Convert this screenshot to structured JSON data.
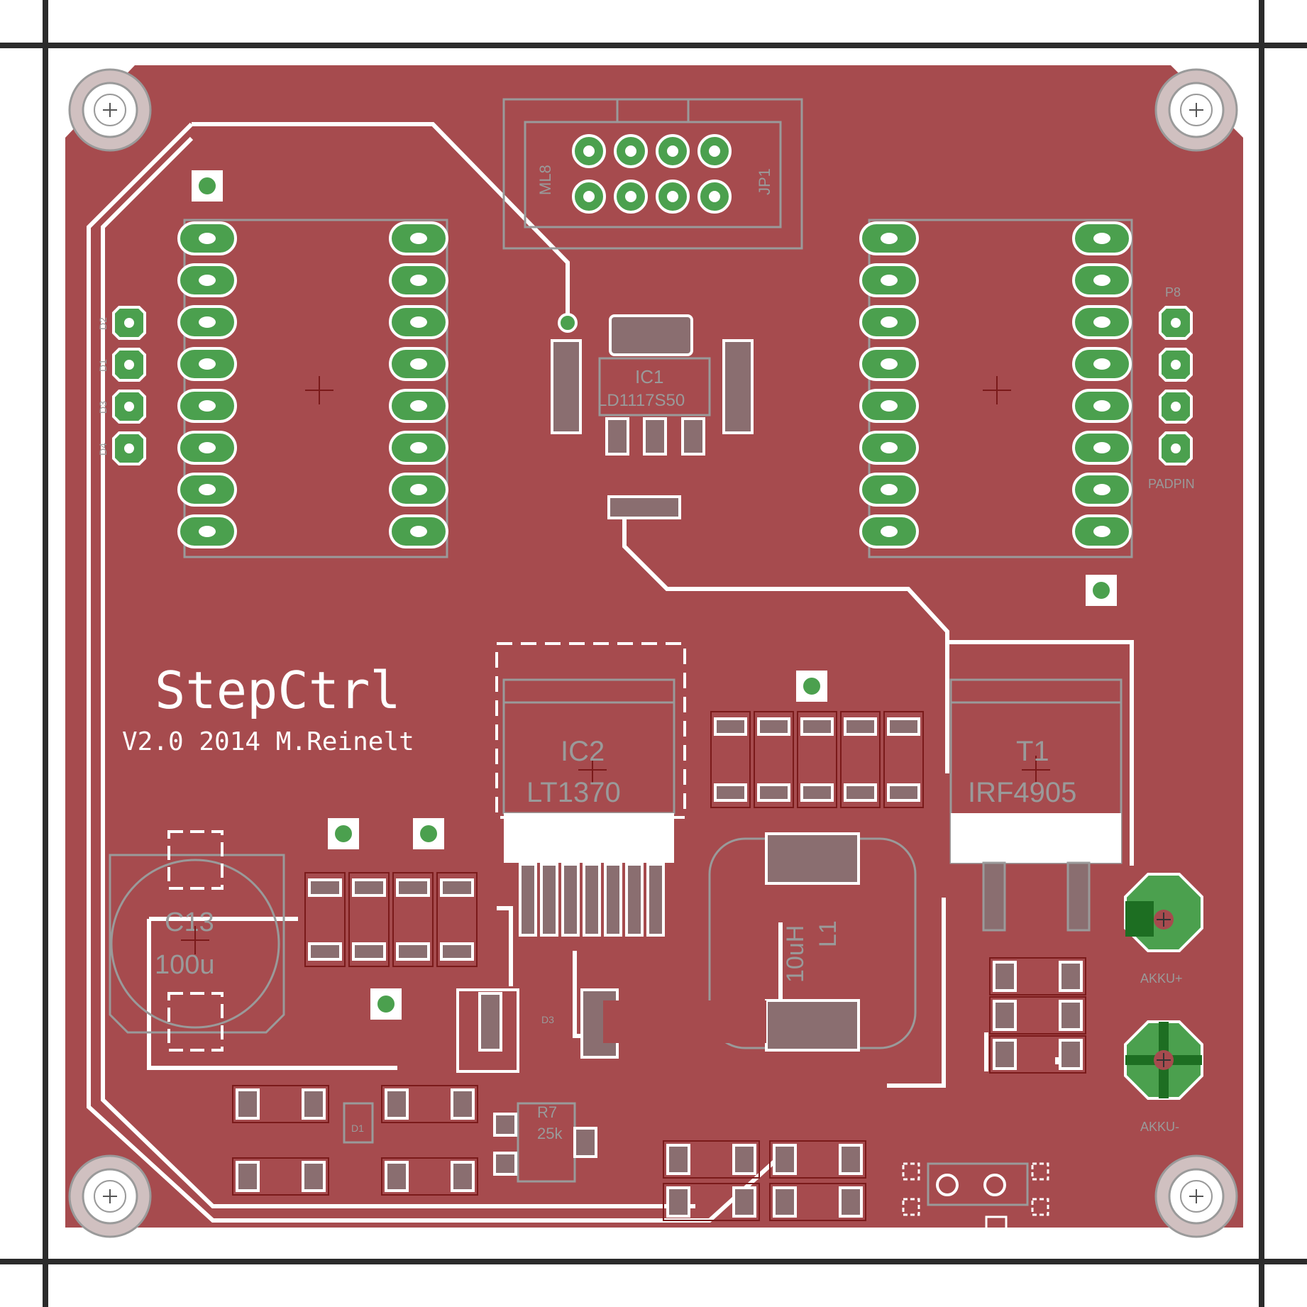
{
  "title": "StepCtrl",
  "subtitle": "V2.0 2014 M.Reinelt",
  "colors": {
    "copper": "#a64b4e",
    "pad": "#4ba04e",
    "smd": "#8a6e70",
    "silkscreen": "#ffffff",
    "outline": "#9a9a9a",
    "frame": "#2b2b2b"
  },
  "components": {
    "ic2": {
      "name": "IC2",
      "value": "LT1370"
    },
    "t1": {
      "name": "T1",
      "value": "IRF4905"
    },
    "ic1": {
      "name": "IC1",
      "value": "LD1117S50"
    },
    "jp1": {
      "name": "JP1",
      "value": "ML8"
    },
    "c13": {
      "name": "C13",
      "value": "100u"
    },
    "l1": {
      "name": "L1",
      "value": "10uH"
    },
    "r7": {
      "name": "R7",
      "value": "25k"
    },
    "d3": {
      "name": "D3"
    },
    "d1": {
      "name": "D1"
    },
    "p8": {
      "name": "P8"
    }
  },
  "connectors": {
    "akku_plus": "AKKU+",
    "akku_minus": "AKKU-"
  },
  "pad_labels": {
    "left_pins": [
      "D2",
      "D1",
      "D3",
      "D4"
    ],
    "padpin": "PADPIN"
  }
}
